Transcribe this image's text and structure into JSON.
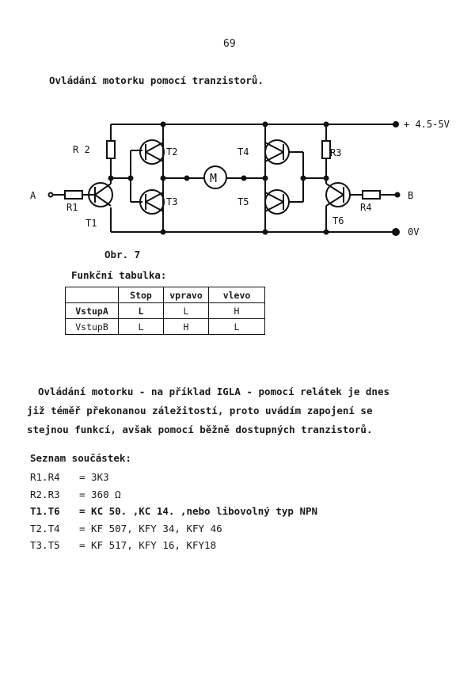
{
  "page_number": "69",
  "title": "Ovládání motorku pomocí tranzistorů.",
  "diagram": {
    "supply_label": "+ 4.5-5V",
    "ground_label": "0V",
    "input_a": "A",
    "input_b": "B",
    "motor": "M",
    "labels": {
      "R1": "R1",
      "R2": "R 2",
      "R3": "R3",
      "R4": "R4",
      "T1": "T1",
      "T2": "T2",
      "T3": "T3",
      "T4": "T4",
      "T5": "T5",
      "T6": "T6"
    }
  },
  "caption": "Obr. 7",
  "table_title": "Funkční tabulka:",
  "table": {
    "headers": [
      "",
      "Stop",
      "vpravo",
      "vlevo"
    ],
    "rows": [
      [
        "VstupA",
        "L",
        "L",
        "H"
      ],
      [
        "VstupB",
        "L",
        "H",
        "L"
      ]
    ]
  },
  "paragraph": [
    "Ovládání motorku - na příklad IGLA - pomocí relátek je dnes",
    "již téměř překonanou záležitostí, proto uvádím zapojení se",
    "stejnou funkcí, avšak pomocí běžně dostupných tranzistorů."
  ],
  "parts_title": "Seznam součástek:",
  "parts": [
    {
      "ref": "R1.R4",
      "value": "= 3K3"
    },
    {
      "ref": "R2.R3",
      "value": "= 360 Ω"
    },
    {
      "ref": "T1.T6",
      "value": "= KC 50. ,KC 14. ,nebo libovolný typ NPN"
    },
    {
      "ref": "T2.T4",
      "value": "= KF 507, KFY 34, KFY 46"
    },
    {
      "ref": "T3.T5",
      "value": "= KF 517, KFY 16, KFY18"
    }
  ]
}
